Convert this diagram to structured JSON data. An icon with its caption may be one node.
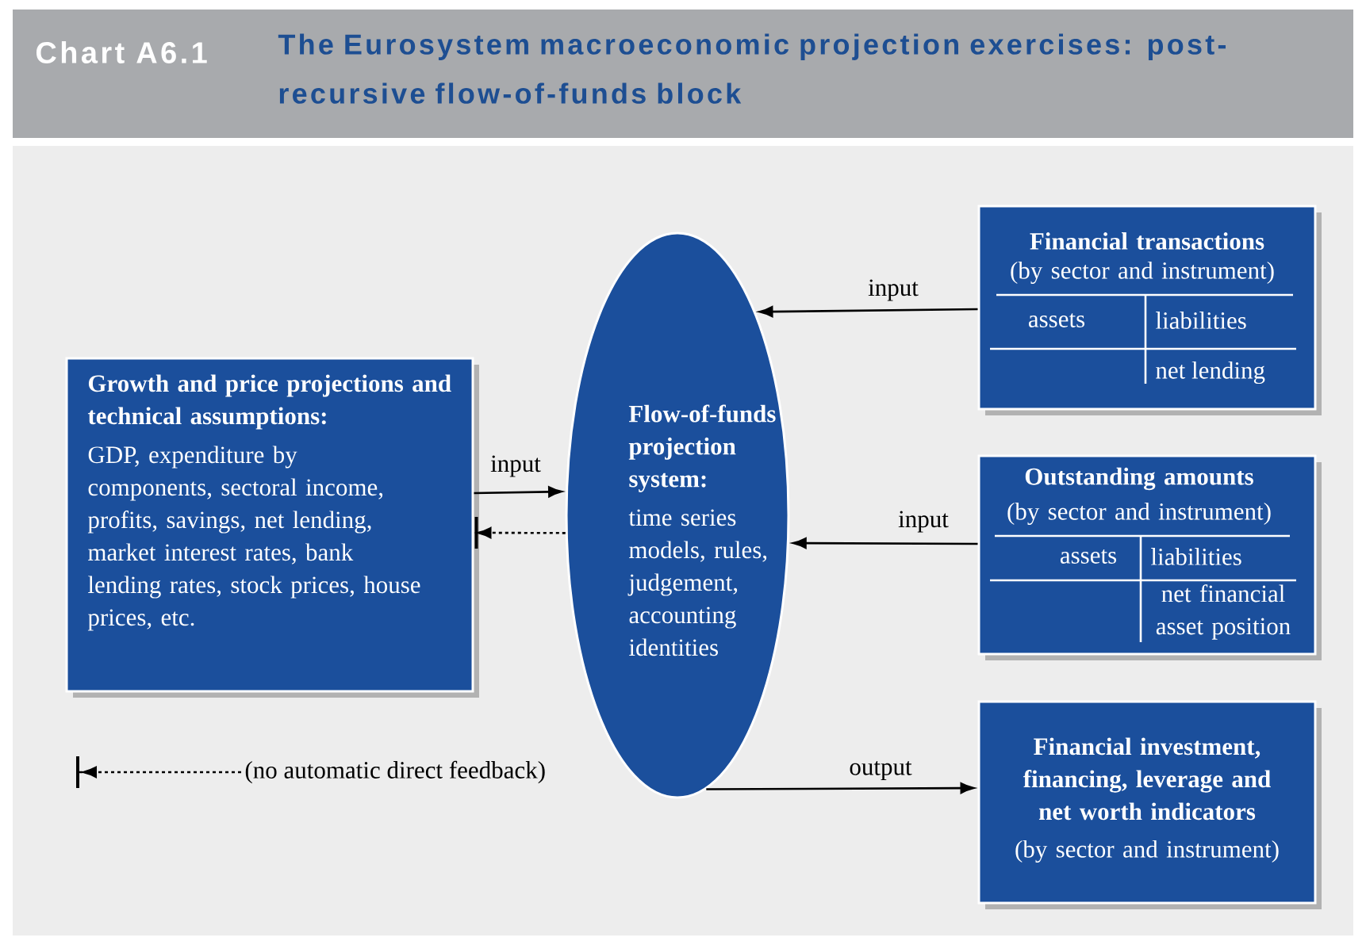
{
  "diagram": {
    "title": "The Eurosystem macroeconomic projection exercises: post-recursive flow-of-funds block",
    "nodes": [
      {
        "text": [
          "Growth and price projections and technical assumptions:",
          "GDP, expenditure by components, sectoral income, profits, savings, net lending, market interest rates, bank lending rates, stock prices, house prices, etc."
        ]
      },
      {
        "text": [
          "Flow-of-funds projection system:",
          "time series models, rules, judgement, accounting identities"
        ]
      },
      {
        "text": [
          "Financial transactions",
          "(by sector and instrument)",
          "assets",
          "liabilities",
          "net lending"
        ]
      },
      {
        "text": [
          "Outstanding amounts",
          "(by sector and instrument)",
          "assets",
          "liabilities",
          "net financial asset position"
        ]
      },
      {
        "text": [
          "Financial investment, financing, leverage and net worth indicators",
          "(by sector and instrument)"
        ]
      }
    ],
    "edges": [
      {
        "from": 0,
        "to": 1,
        "arrow": "to",
        "label": "input"
      },
      {
        "from": 1,
        "to": 0,
        "arrow": "to",
        "style": "dashed"
      },
      {
        "from": 2,
        "to": 1,
        "arrow": "to",
        "label": "input"
      },
      {
        "from": 3,
        "to": 1,
        "arrow": "to",
        "label": "input"
      },
      {
        "from": 1,
        "to": 4,
        "arrow": "to",
        "label": "output"
      }
    ],
    "labels": [
      "Chart A6.1"
    ],
    "legend": [
      {
        "text": "(no automatic direct feedback)"
      }
    ]
  }
}
